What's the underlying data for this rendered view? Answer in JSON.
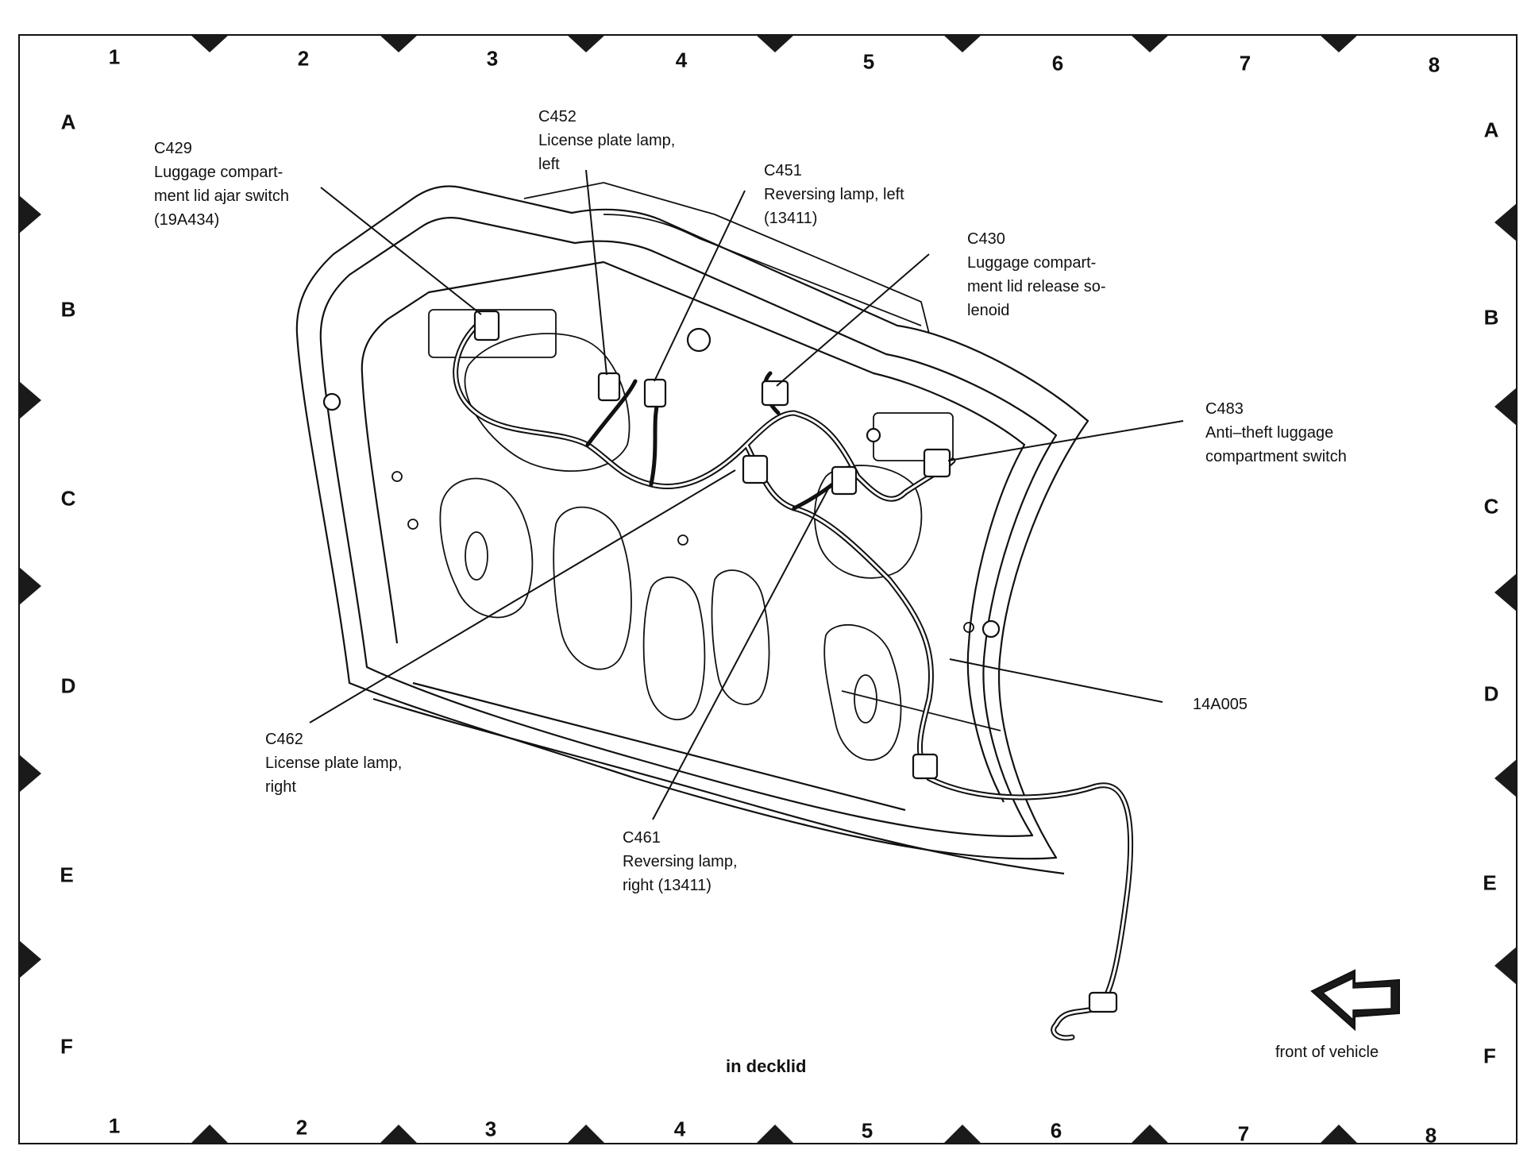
{
  "grid": {
    "columns": [
      "1",
      "2",
      "3",
      "4",
      "5",
      "6",
      "7",
      "8"
    ],
    "rows": [
      "A",
      "B",
      "C",
      "D",
      "E",
      "F"
    ]
  },
  "callouts": {
    "c429": {
      "lines": [
        "C429",
        "Luggage compart-",
        "ment lid ajar switch",
        "(19A434)"
      ]
    },
    "c452": {
      "lines": [
        "C452",
        "License plate lamp,",
        "left"
      ]
    },
    "c451": {
      "lines": [
        "C451",
        "Reversing lamp, left",
        "(13411)"
      ]
    },
    "c430": {
      "lines": [
        "C430",
        "Luggage compart-",
        "ment lid release so-",
        "lenoid"
      ]
    },
    "c483": {
      "lines": [
        "C483",
        "Anti–theft luggage",
        "compartment switch"
      ]
    },
    "c14a005": {
      "lines": [
        "14A005"
      ]
    },
    "c462": {
      "lines": [
        "C462",
        "License plate lamp,",
        "right"
      ]
    },
    "c461": {
      "lines": [
        "C461",
        "Reversing lamp,",
        "right (13411)"
      ]
    }
  },
  "caption": "in decklid",
  "front_label": "front of vehicle",
  "colors": {
    "ink": "#111111",
    "background": "#ffffff",
    "marker": "#1a1a1a"
  }
}
